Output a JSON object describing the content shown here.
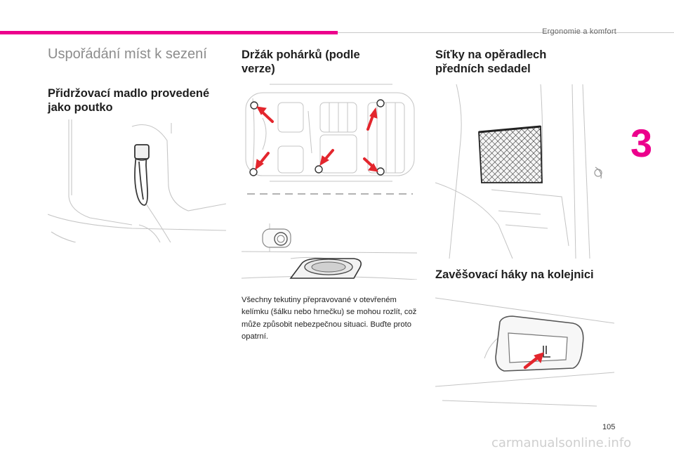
{
  "header": {
    "chapter_title": "Ergonomie a komfort"
  },
  "chapter_number": "3",
  "page_number": "105",
  "watermark": "carmanualsonline.info",
  "colors": {
    "accent": "#ec008c",
    "arrow_red": "#e3262d"
  },
  "left": {
    "section_title": "Uspořádání míst k sezení",
    "heading": "Přidržovací madlo provedené jako poutko"
  },
  "middle": {
    "heading": "Držák pohárků (podle verze)",
    "paragraph": "Všechny tekutiny přepravované v otevřeném kelímku (šálku nebo hrnečku) se mohou rozlít, což může způsobit nebezpečnou situaci. Buďte proto opatrní."
  },
  "right": {
    "heading_nets": "Síťky na opěradlech předních sedadel",
    "heading_hooks": "Zavěšovací háky na kolejnici"
  }
}
